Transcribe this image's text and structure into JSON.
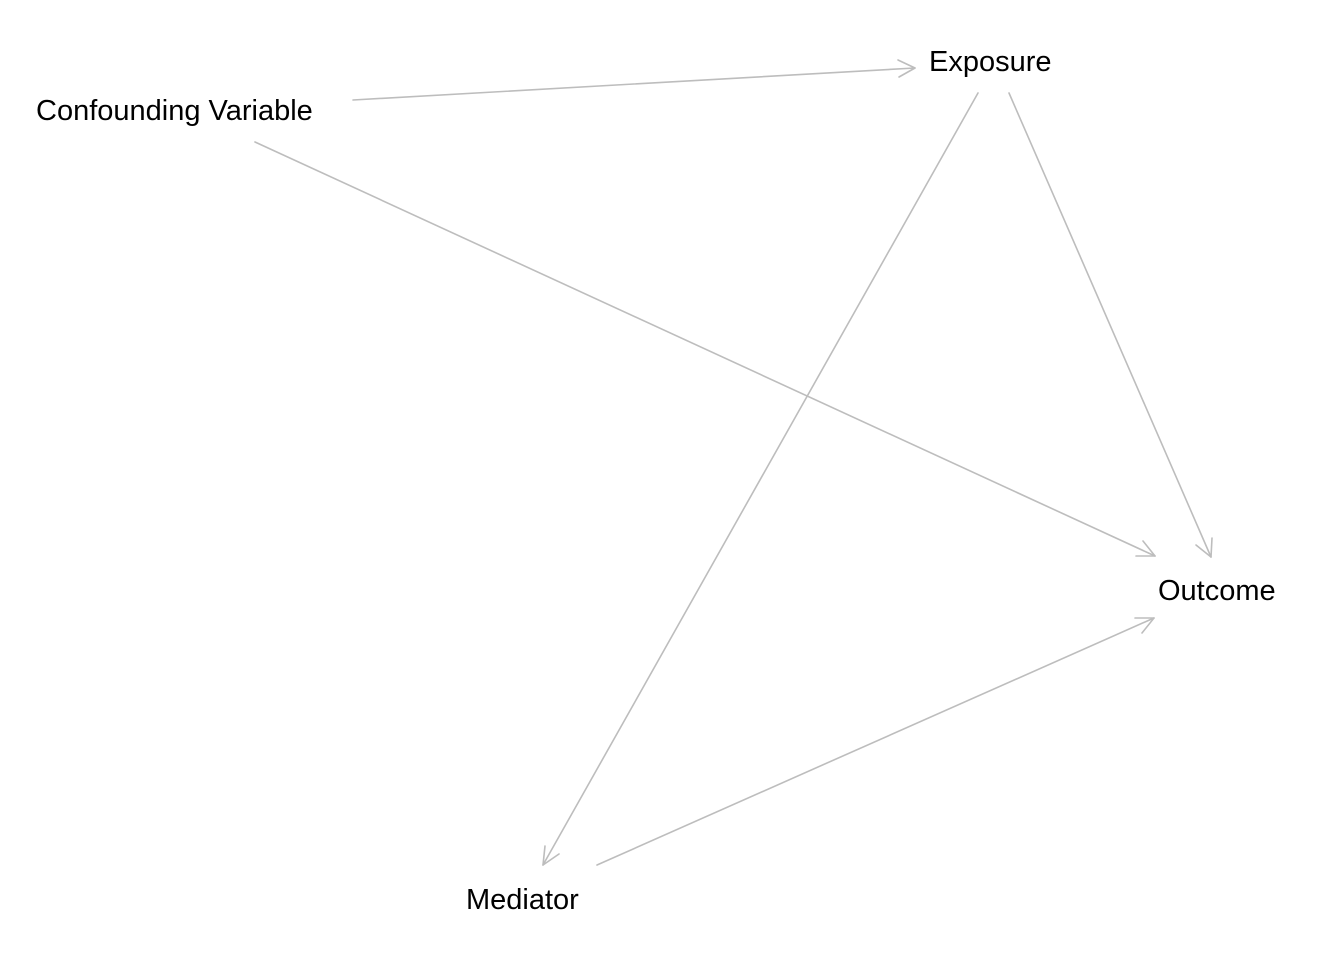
{
  "nodes": [
    {
      "id": "confounder",
      "label": "Confounding Variable"
    },
    {
      "id": "exposure",
      "label": "Exposure"
    },
    {
      "id": "outcome",
      "label": "Outcome"
    },
    {
      "id": "mediator",
      "label": "Mediator"
    }
  ],
  "edges": [
    {
      "from": "confounder",
      "to": "exposure"
    },
    {
      "from": "confounder",
      "to": "outcome"
    },
    {
      "from": "exposure",
      "to": "outcome"
    },
    {
      "from": "exposure",
      "to": "mediator"
    },
    {
      "from": "mediator",
      "to": "outcome"
    }
  ],
  "colors": {
    "edge": "#bdbdbd",
    "label": "#000000",
    "background": "#ffffff"
  }
}
